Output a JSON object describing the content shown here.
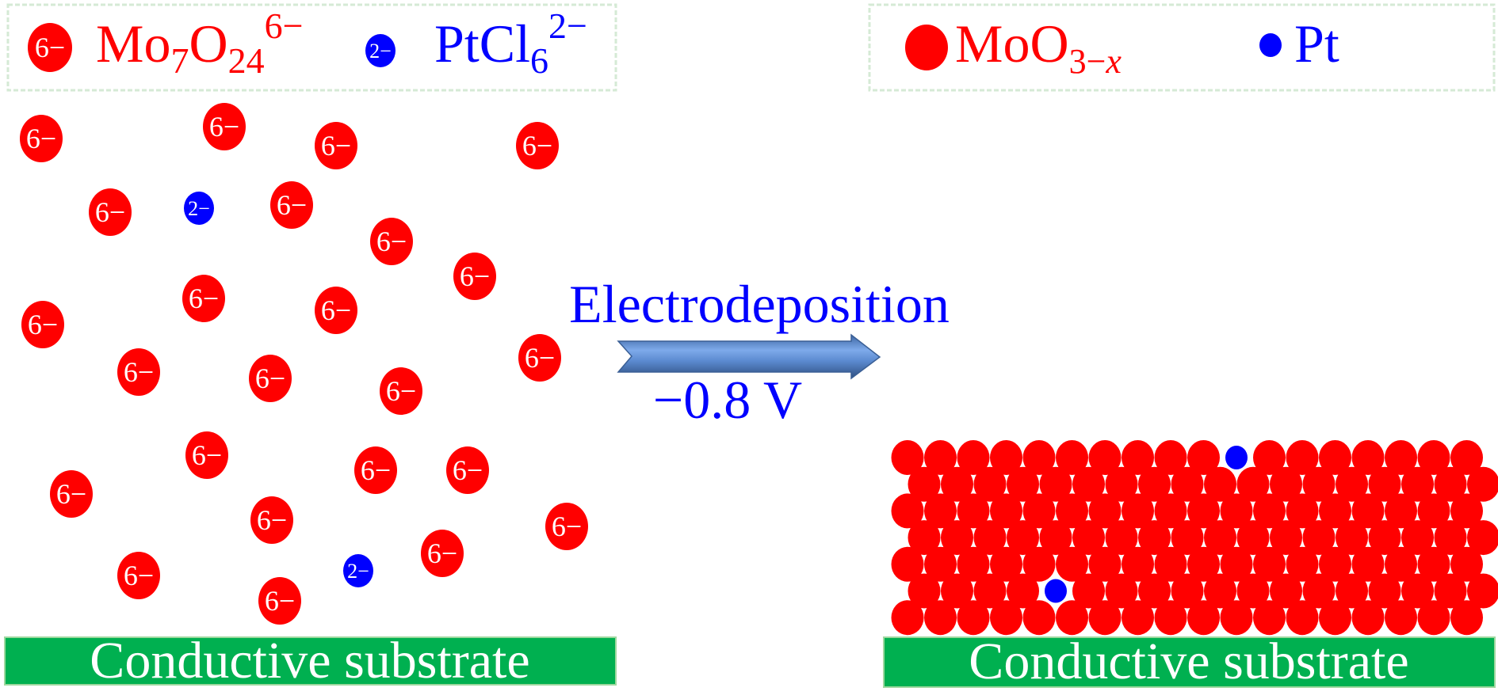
{
  "legend_left": {
    "mo_ion_badge": "6−",
    "mo_base": "Mo",
    "mo_sub1": "7",
    "mo_o": "O",
    "mo_sub2": "24",
    "mo_sup": "6−",
    "pt_ion_badge": "2−",
    "pt_base": "PtCl",
    "pt_sub": "6",
    "pt_sup": "2−"
  },
  "legend_right": {
    "moo_base": "MoO",
    "moo_sub": "3−",
    "moo_sub_var": "x",
    "pt_label": "Pt"
  },
  "process": {
    "label": "Electrodeposition",
    "potential": "−0.8 V"
  },
  "ions": {
    "mo_charge": "6−",
    "pt_charge": "2−"
  },
  "substrate": {
    "left_label": "Conductive substrate",
    "right_label": "Conductive substrate"
  },
  "colors": {
    "mo": "#ff0000",
    "pt": "#0000ff",
    "substrate": "#00b050",
    "arrow": "#4f81bd",
    "legend_border": "#d5ead5"
  }
}
